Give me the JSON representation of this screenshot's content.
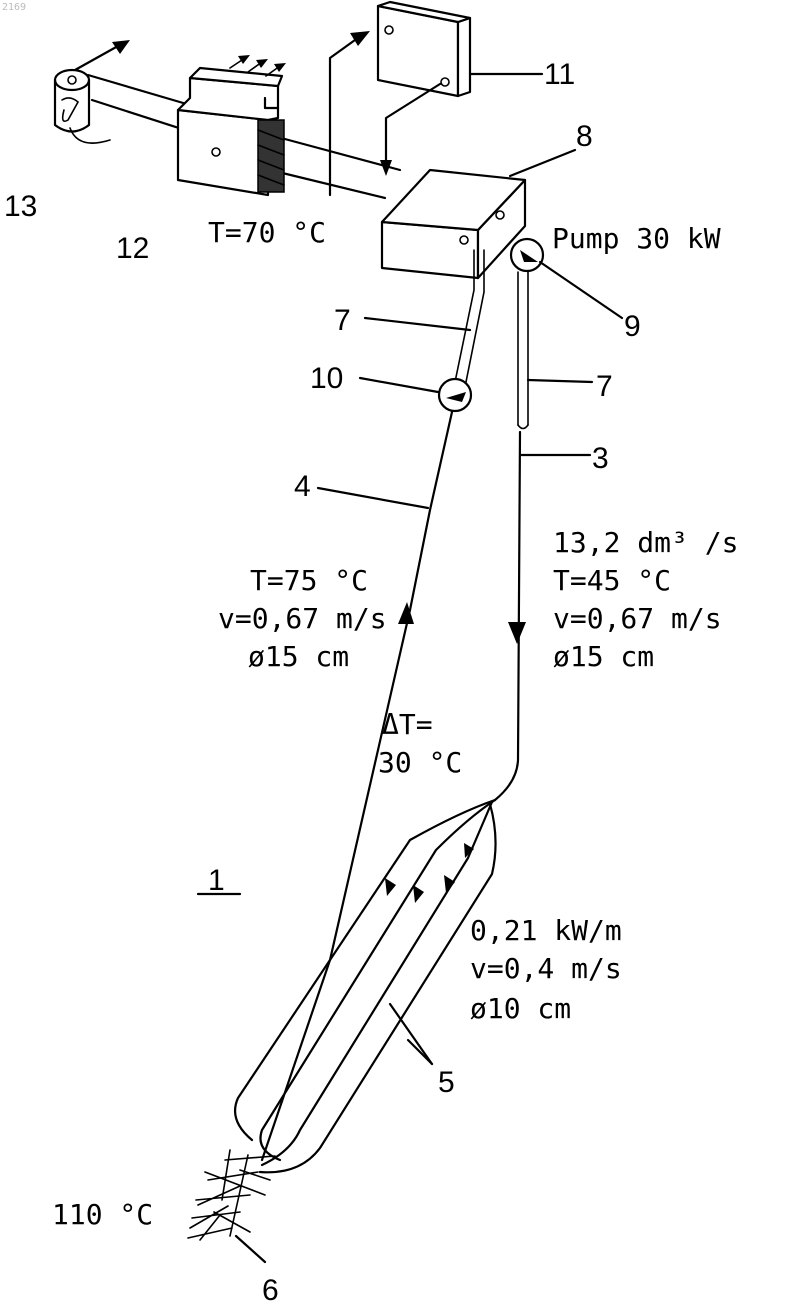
{
  "page_mark": "2169",
  "component_numbers": {
    "n1": "1",
    "n3": "3",
    "n4": "4",
    "n5": "5",
    "n6": "6",
    "n7a": "7",
    "n7b": "7",
    "n8": "8",
    "n9": "9",
    "n10": "10",
    "n11": "11",
    "n12": "12",
    "n13": "13"
  },
  "annotations": {
    "surface_temp": "T=70 °C",
    "pump": "Pump 30 kW",
    "return_temp": "T=75 °C",
    "return_velocity": "v=0,67 m/s",
    "return_diameter": "ø15 cm",
    "supply_flow": "13,2 dm³ /s",
    "supply_temp": "T=45 °C",
    "supply_velocity": "v=0,67 m/s",
    "supply_diameter": "ø15 cm",
    "delta_t_line1": "ΔT=",
    "delta_t_line2": "30 °C",
    "branch_power": "0,21 kW/m",
    "branch_velocity": "v=0,4 m/s",
    "branch_diameter": "ø10 cm",
    "bottom_temp": "110 °C"
  }
}
